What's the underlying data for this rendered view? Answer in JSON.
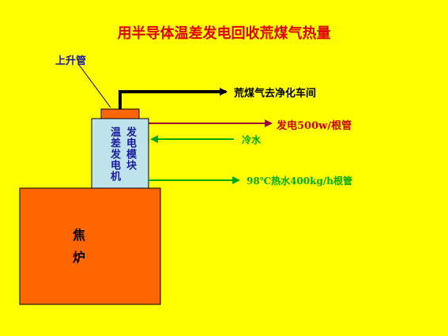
{
  "title": "用半导体温差发电回收荒煤气热量",
  "labels": {
    "riser_pipe": "上升管",
    "raw_gas": "荒煤气去净化车间",
    "power": "发电500w/根管",
    "cold_water": "冷水",
    "hot_water": "98℃热水400kg/h根管",
    "module_col1": "温差发电机",
    "module_col2": "发电模块",
    "oven_col1": "焦",
    "oven_col2": "炉"
  },
  "colors": {
    "background": "#ffff00",
    "title": "#e00000",
    "oven": "#ff6600",
    "module": "#bfe3ea",
    "pipe_top": "#ff6600",
    "power_arrow": "#990033",
    "water_arrow": "#00aa00",
    "gas_arrow": "#000000",
    "module_text": "#1a1aa0"
  }
}
